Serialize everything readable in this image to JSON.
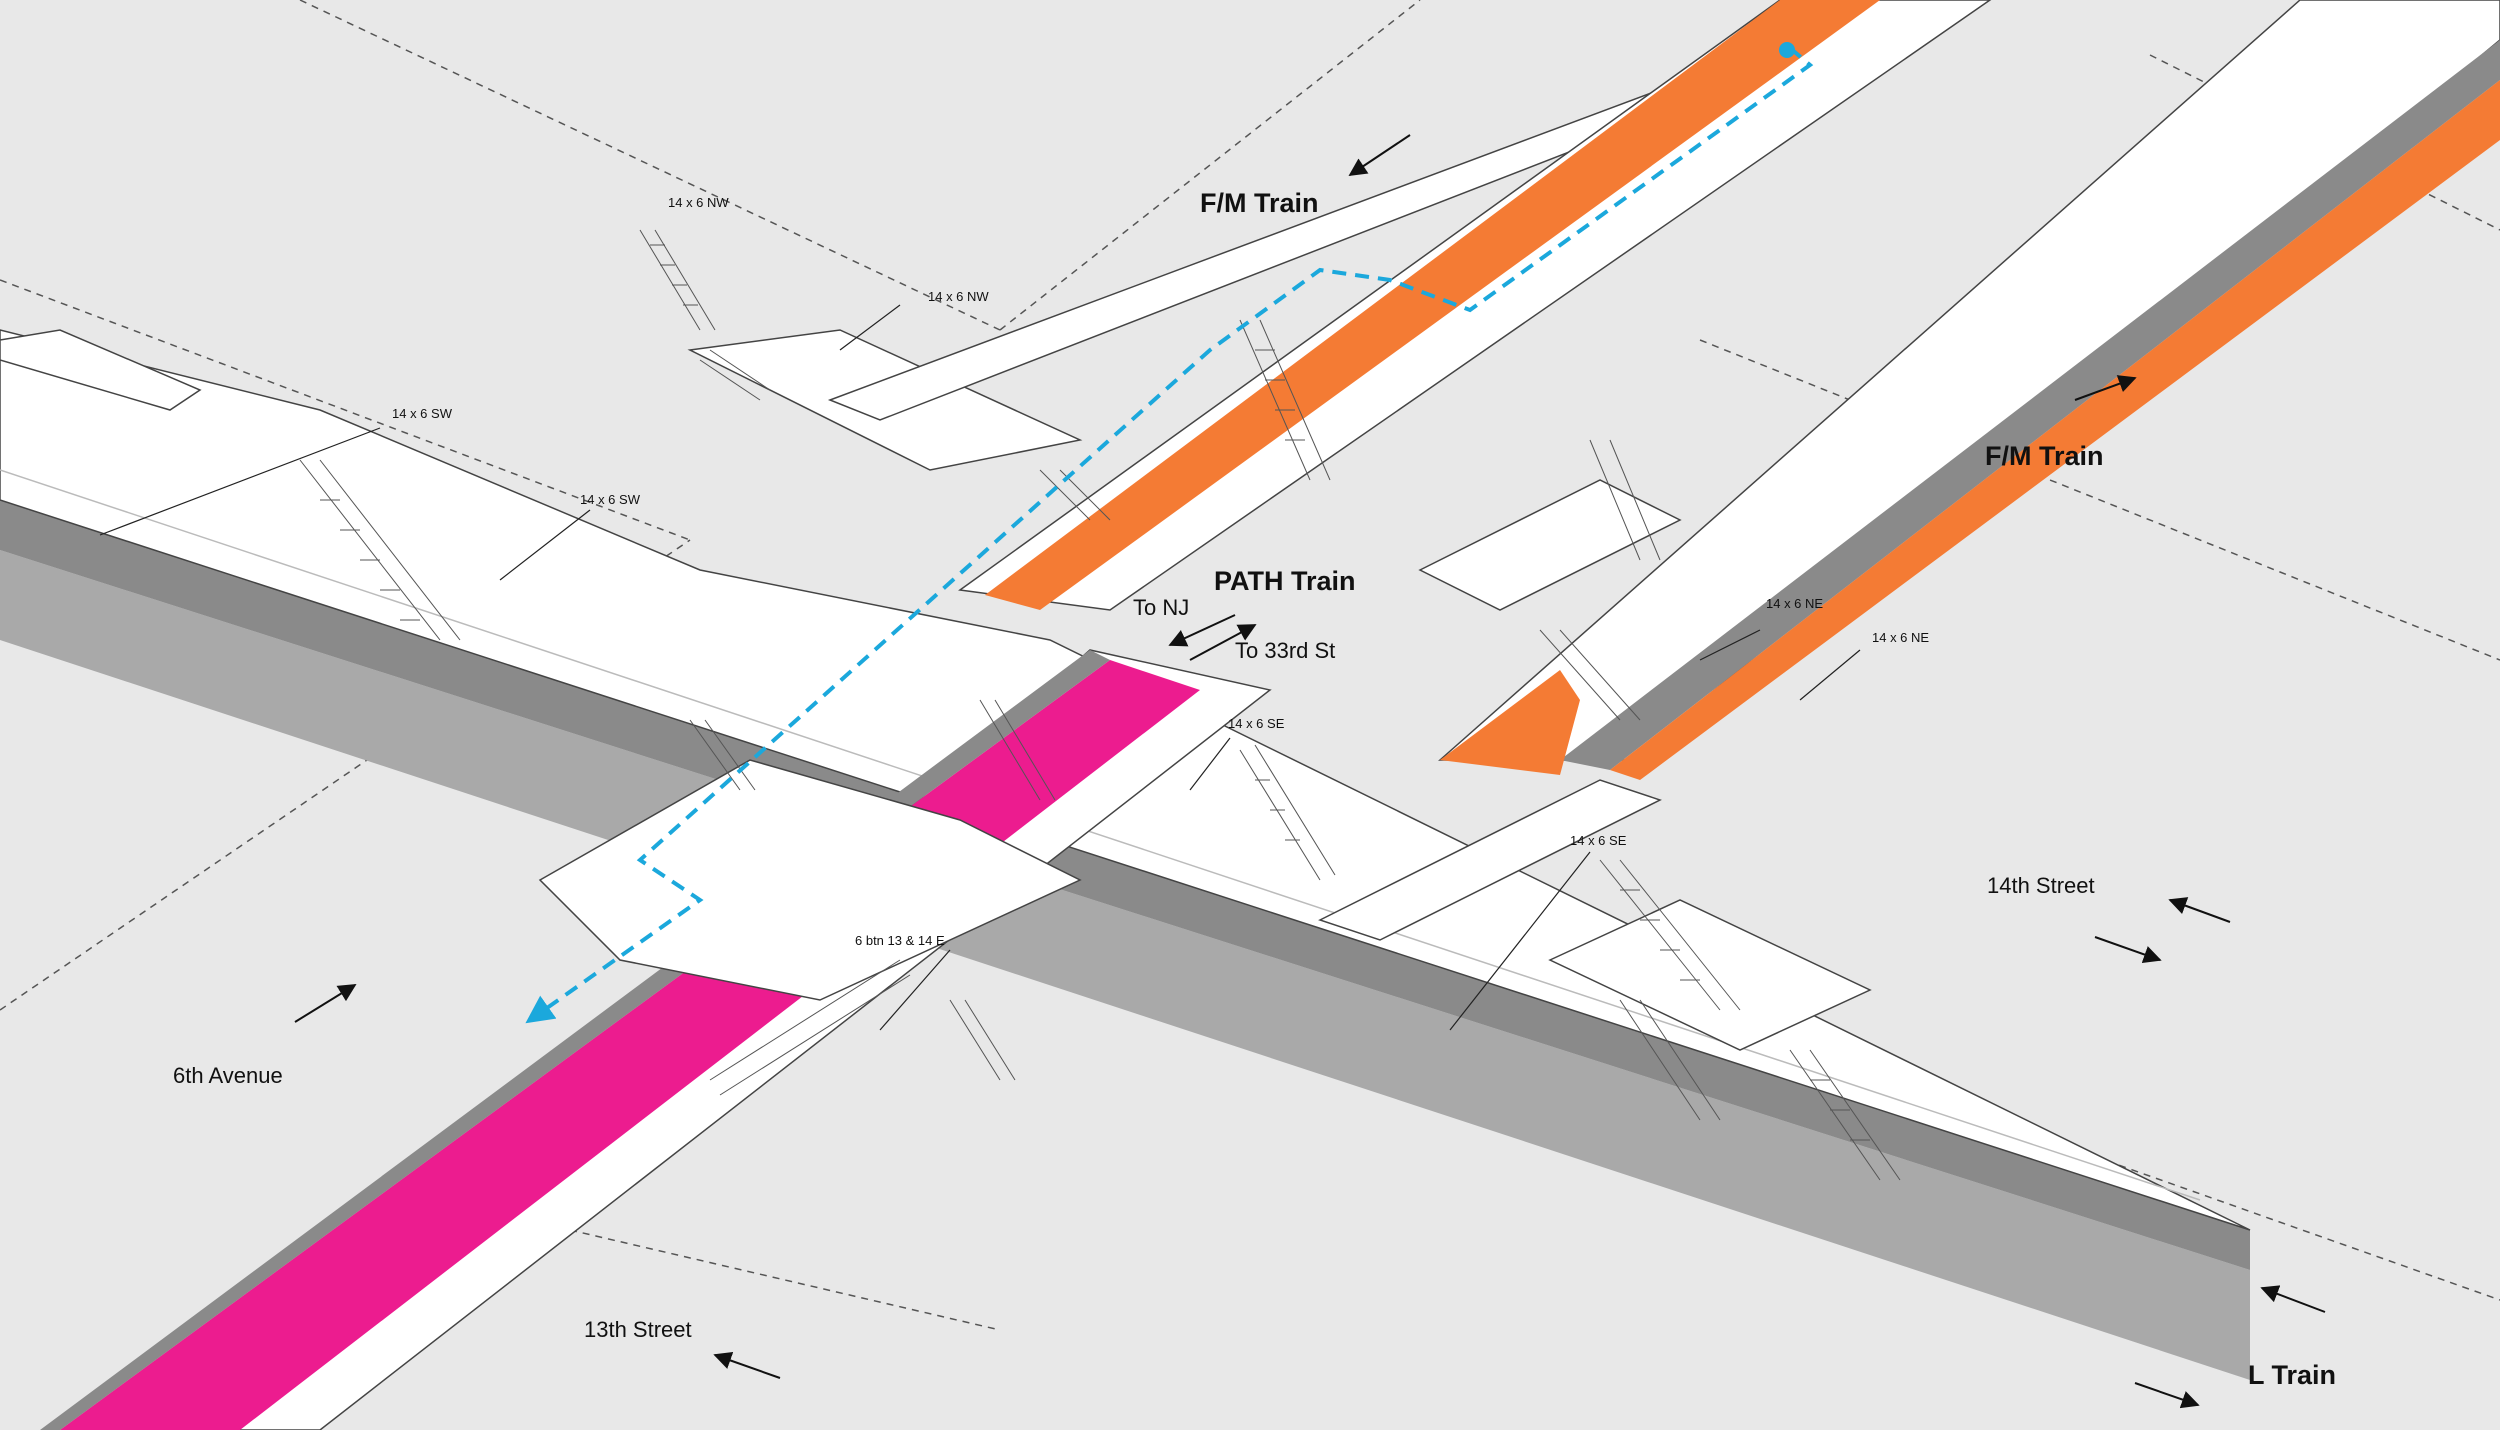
{
  "colors": {
    "background": "#e8e8e8",
    "platform": "#ffffff",
    "wall_dark": "#8a8a8a",
    "wall_mid": "#a9a9a9",
    "fm_track": "#f47b34",
    "path_track": "#ec1c8f",
    "route": "#1ba8dc",
    "outline": "#444444"
  },
  "labels": {
    "fm_train_top": "F/M Train",
    "fm_train_right": "F/M Train",
    "path_train": "PATH Train",
    "to_nj": "To NJ",
    "to_33rd": "To 33rd St",
    "street_14th": "14th Street",
    "street_13th": "13th Street",
    "avenue_6th": "6th Avenue",
    "l_train": "L Train"
  },
  "stair_labels": [
    "14 x 6 NW",
    "14 x 6 NW",
    "14 x 6 SW",
    "14 x 6 SW",
    "14 x 6 SE",
    "14 x 6 SE",
    "14 x 6 NE",
    "14 x 6 NE",
    "6 btn 13 & 14 E"
  ],
  "icons": {
    "route_start": "circle-marker-icon",
    "route_end": "arrow-head-icon",
    "direction": "direction-arrow-icon"
  }
}
